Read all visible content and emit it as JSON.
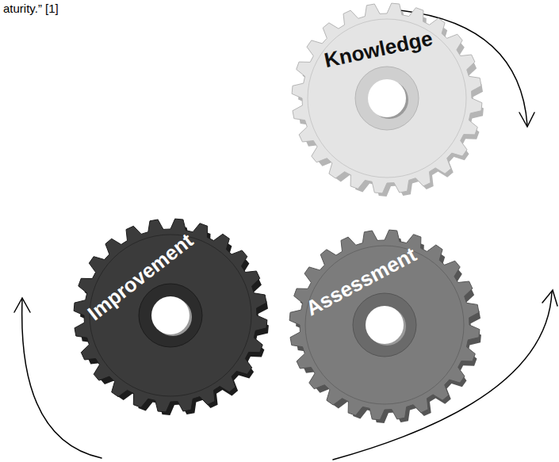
{
  "diagram": {
    "nodes": [
      {
        "text": [
          "Knowledge"
        ]
      },
      {
        "text": [
          "Improvement"
        ]
      },
      {
        "text": [
          "Assessment"
        ]
      }
    ],
    "labels": [
      "aturity.” [1]"
    ]
  }
}
